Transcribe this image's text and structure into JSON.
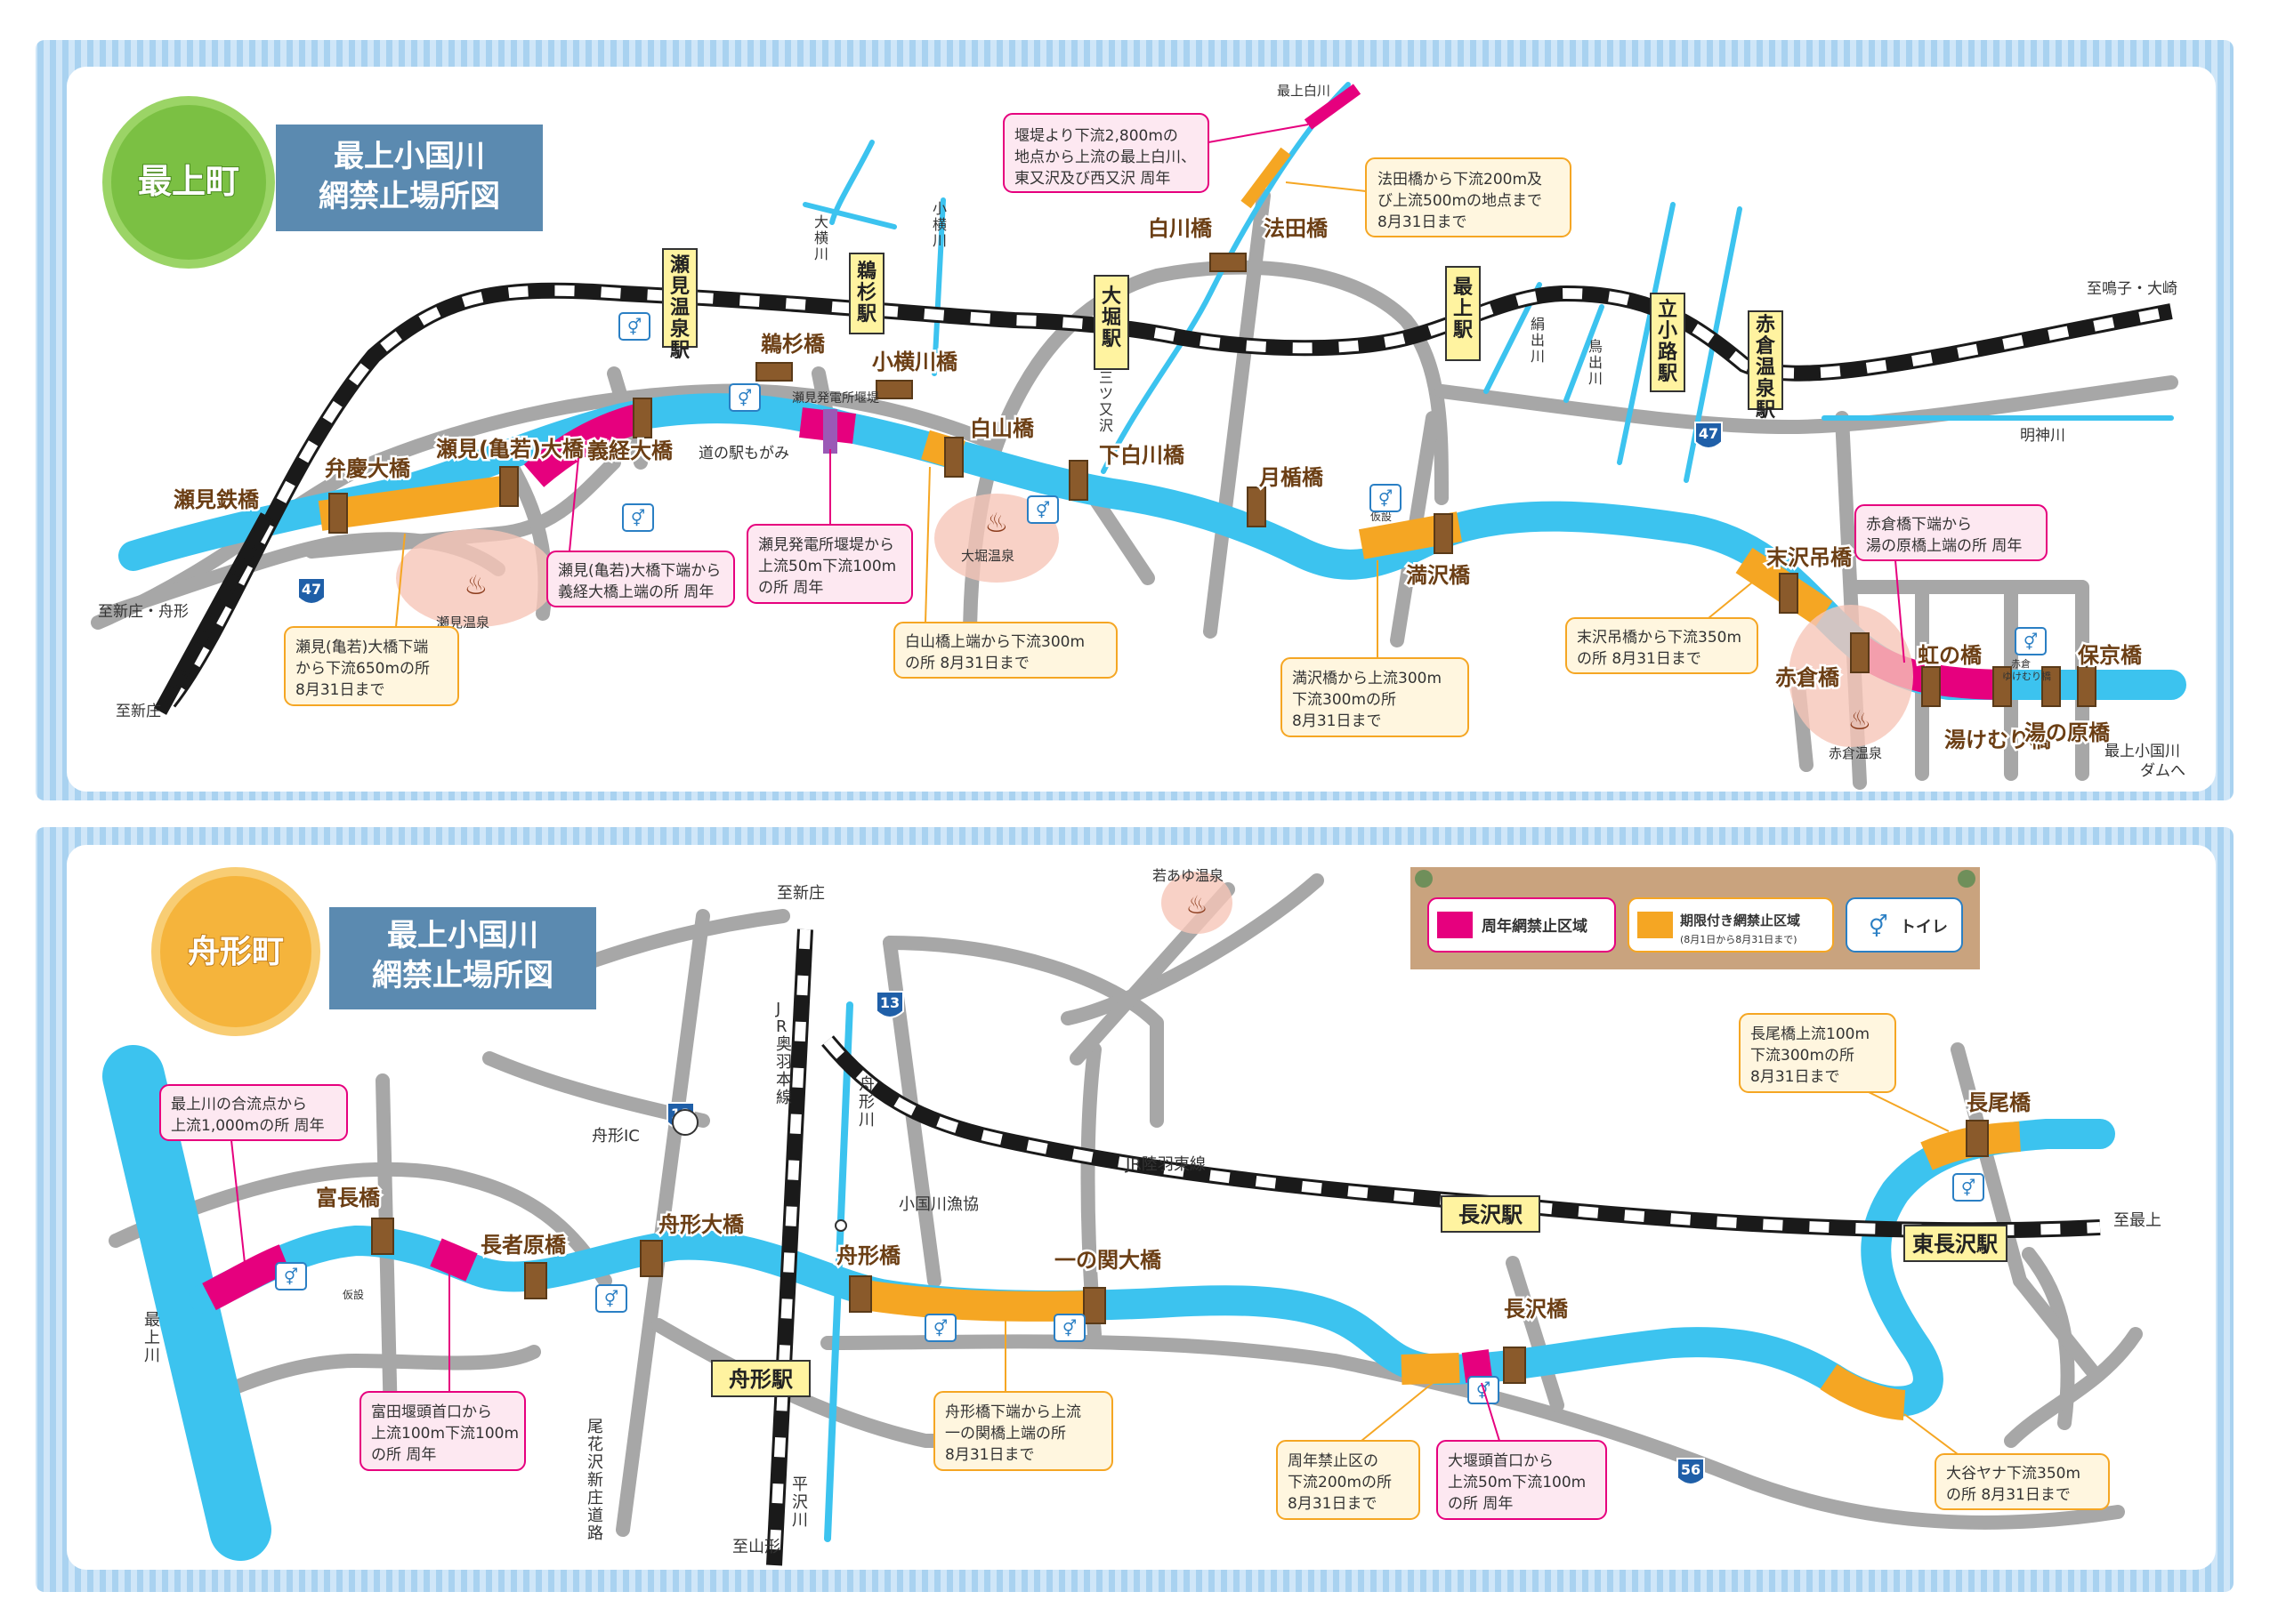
{
  "colors": {
    "river": "#3cc3ef",
    "road": "#a7a7a7",
    "rail_dark": "#1a1a1a",
    "rail_light": "#ffffff",
    "yearround": "#e6007e",
    "seasonal": "#f5a623",
    "bridge": "#8a5a2b",
    "station_fill": "#fff3a0",
    "title_bg": "#5b8ab0",
    "mogami_badge": "#7bc043",
    "funagata_badge": "#f5b43c",
    "legend_bg": "#c9a37e",
    "onsen_tint": "#f6c6b8",
    "frame_stripe": "#a9d2f0"
  },
  "mogami": {
    "badge": "最上町",
    "title_line1": "最上小国川",
    "title_line2": "網禁止場所図",
    "stations": [
      {
        "name": "瀬見温泉駅"
      },
      {
        "name": "鵜杉駅"
      },
      {
        "name": "大堀駅"
      },
      {
        "name": "最上駅"
      },
      {
        "name": "立小路駅"
      },
      {
        "name": "赤倉温泉駅"
      }
    ],
    "bridges": {
      "benkei": "弁慶大橋",
      "semi_kamewaka": "瀬見(亀若)大橋",
      "gikei": "義経大橋",
      "usugi": "鵜杉橋",
      "kooyokogawa": "小横川橋",
      "hakusan": "白山橋",
      "shimo_shirakawa": "下白川橋",
      "shirakawa": "白川橋",
      "hotta": "法田橋",
      "tsukitate": "月楯橋",
      "mitsuzawa": "満沢橋",
      "suezawa": "末沢吊橋",
      "akakura": "赤倉橋",
      "niji": "虹の橋",
      "yukemuri": "湯けむり橋",
      "yunohara": "湯の原橋",
      "hokyo": "保京橋"
    },
    "labels": {
      "semi_railbridge": "瀬見鉄橋",
      "michinoeki": "道の駅もがみ",
      "dam_weir": "瀬見発電所堰堤",
      "to_shinjo_funagata": "至新庄・舟形",
      "to_shinjo": "至新庄",
      "to_naruko": "至鳴子・大崎",
      "to_dam_1": "最上小国川",
      "to_dam_2": "ダムへ",
      "mogami_shirakawa": "最上白川",
      "okogawa": "大横川",
      "koyokogawa": "小横川",
      "mitsumata": "三ツ又沢",
      "kinugawa": "絹出川",
      "torikawa": "鳥出川",
      "myojingawa": "明神川",
      "route47": "47",
      "route47b": "47",
      "temp_toilet": "仮設",
      "semi_onsen": "瀬見温泉",
      "ohori_onsen": "大堀温泉",
      "akakura_onsen": "赤倉温泉",
      "akakura_small_1": "赤倉",
      "akakura_small_2": "ゆけむり橋"
    },
    "callouts": {
      "top": [
        "堰堤より下流2,800mの",
        "地点から上流の最上白川、",
        "東又沢及び西又沢 周年"
      ],
      "hotta": [
        "法田橋から下流200m及",
        "び上流500mの地点まで",
        "8月31日まで"
      ],
      "semi_down": [
        "瀬見(亀若)大橋下端",
        "から下流650mの所",
        "8月31日まで"
      ],
      "semi_gikei": [
        "瀬見(亀若)大橋下端から",
        "義経大橋上端の所 周年"
      ],
      "dam": [
        "瀬見発電所堰堤から",
        "上流50m下流100m",
        "の所 周年"
      ],
      "hakusan": [
        "白山橋上端から下流300m",
        "の所 8月31日まで"
      ],
      "mitsuzawa": [
        "満沢橋から上流300m",
        "下流300mの所",
        "8月31日まで"
      ],
      "suezawa": [
        "末沢吊橋から下流350m",
        "の所 8月31日まで"
      ],
      "akakura": [
        "赤倉橋下端から",
        "湯の原橋上端の所 周年"
      ]
    }
  },
  "funagata": {
    "badge": "舟形町",
    "title_line1": "最上小国川",
    "title_line2": "網禁止場所図",
    "legend": {
      "yearround": "周年網禁止区域",
      "seasonal": "期限付き網禁止区域",
      "seasonal_sub": "(8月1日から8月31日まで)",
      "toilet": "トイレ"
    },
    "stations": {
      "funagata": "舟形駅",
      "nagasawa": "長沢駅",
      "higashi_nagasawa": "東長沢駅"
    },
    "bridges": {
      "tominaga": "富長橋",
      "chojabara": "長者原橋",
      "funagata_ohashi": "舟形大橋",
      "funagata": "舟形橋",
      "ichinoseki": "一の関大橋",
      "nagasawa": "長沢橋",
      "nagao": "長尾橋"
    },
    "labels": {
      "to_shinjo": "至新庄",
      "to_yamagata": "至山形",
      "to_mogami": "至最上",
      "wakaayu_onsen": "若あゆ温泉",
      "funagata_ic": "舟形IC",
      "jr_ou": "JR奥羽本線",
      "jr_rikuu": "JR陸羽東線",
      "funagata_river": "舟形川",
      "oguni_gyokyo": "小国川漁協",
      "mogami_river": "最上川",
      "hirasawa": "平沢川",
      "obanazawa_road": "尾花沢新庄道路",
      "route13a": "13",
      "route13b": "13",
      "route56": "56",
      "temp_toilet": "仮設"
    },
    "callouts": {
      "confluence": [
        "最上川の合流点から",
        "上流1,000mの所 周年"
      ],
      "tomita": [
        "富田堰頭首口から",
        "上流100m下流100m",
        "の所 周年"
      ],
      "funagata": [
        "舟形橋下端から上流",
        "一の関橋上端の所",
        "8月31日まで"
      ],
      "yearround_ku": [
        "周年禁止区の",
        "下流200mの所",
        "8月31日まで"
      ],
      "ohori_weir": [
        "大堰頭首口から",
        "上流50m下流100m",
        "の所 周年"
      ],
      "otani": [
        "大谷ヤナ下流350m",
        "の所 8月31日まで"
      ],
      "nagao": [
        "長尾橋上流100m",
        "下流300mの所",
        "8月31日まで"
      ]
    }
  }
}
